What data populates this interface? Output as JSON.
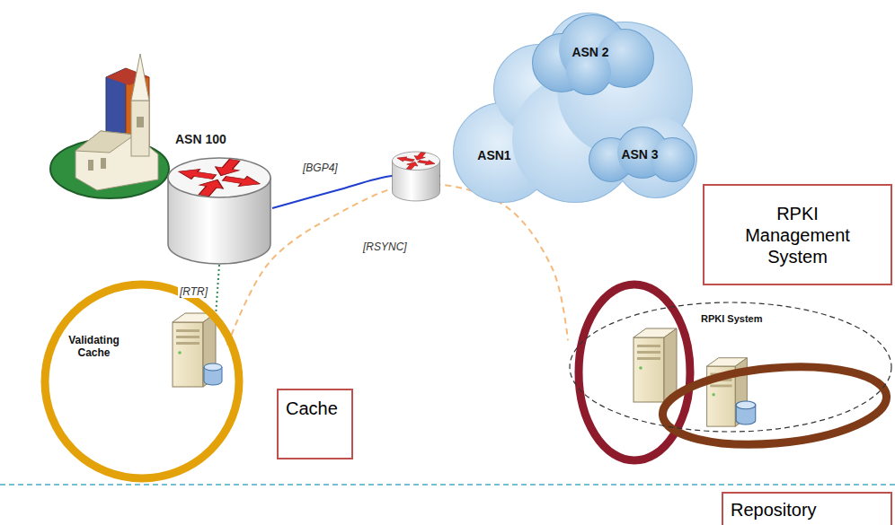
{
  "diagram": {
    "nodes": [
      {
        "text": [
          "ASN 100"
        ]
      },
      {
        "text": [
          "ASN1"
        ]
      },
      {
        "text": [
          "ASN 2"
        ],
        "in": 1
      },
      {
        "text": [
          "ASN 3"
        ],
        "in": 1
      },
      {
        "text": [
          "RPKI Management System"
        ]
      },
      {
        "text": [
          "Validating Cache"
        ]
      },
      {
        "text": [
          "RPKI System"
        ]
      },
      {
        "text": [
          "Cache"
        ]
      },
      {
        "text": [
          "Repository"
        ]
      }
    ],
    "edges": [
      {
        "from": 0,
        "to": 1,
        "arrow": "none",
        "label": "[BGP4]"
      },
      {
        "from": 5,
        "to": 6,
        "arrow": "none",
        "label": "[RSYNC]"
      },
      {
        "from": 0,
        "to": 5,
        "arrow": "none",
        "label": "[RTR]"
      }
    ]
  }
}
